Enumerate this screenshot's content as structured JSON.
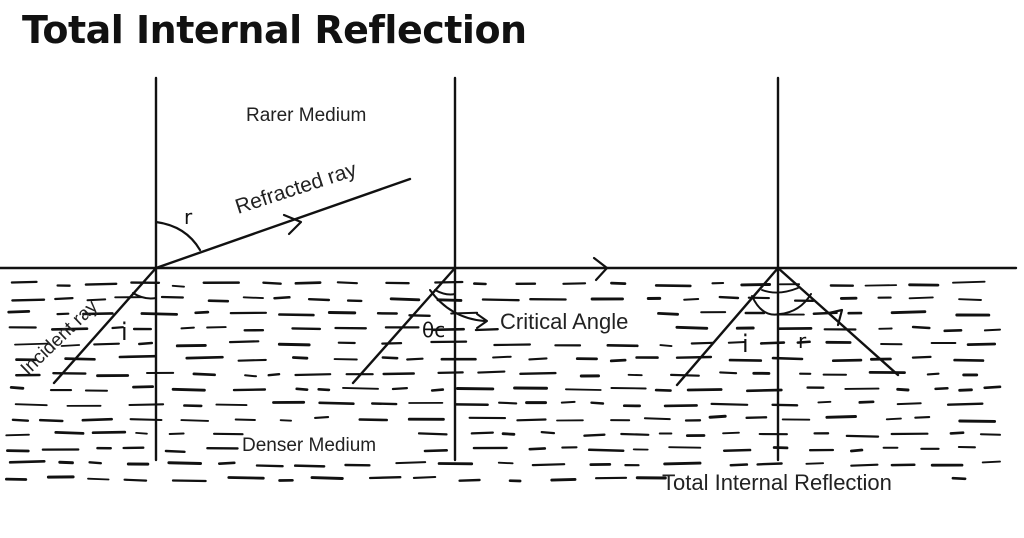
{
  "title": "Total Internal Reflection",
  "labels": {
    "rarer_medium": "Rarer Medium",
    "denser_medium": "Denser Medium",
    "refracted_ray": "Refracted ray",
    "incident_ray": "Incident ray",
    "critical_angle": "Critical Angle",
    "total_internal_reflection": "Total Internal Reflection"
  },
  "angle_marks": {
    "r1": "r",
    "i1": "i",
    "theta_c": "θc",
    "i2": "i",
    "r2": "r"
  }
}
